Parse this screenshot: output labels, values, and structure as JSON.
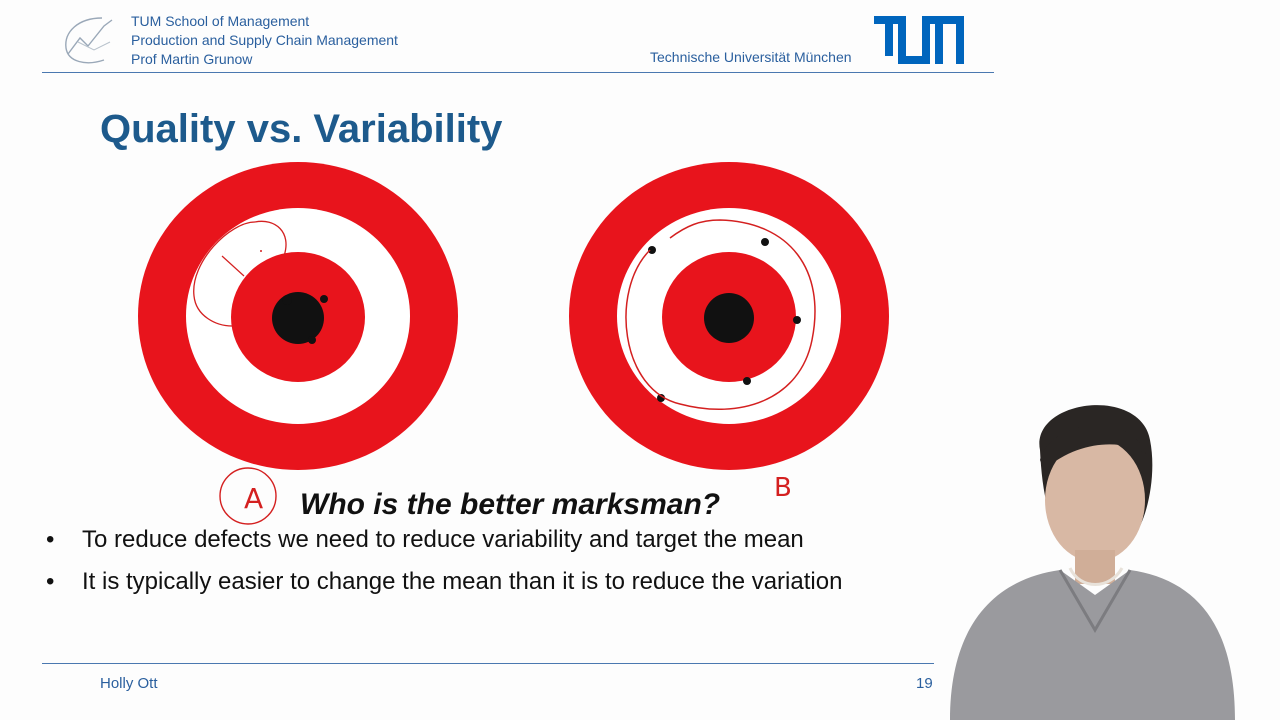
{
  "header": {
    "school_line1": "TUM School of Management",
    "school_line2": "Production and Supply Chain Management",
    "school_line3": "Prof Martin Grunow",
    "university": "Technische Universität München"
  },
  "slide": {
    "title": "Quality vs. Variability",
    "question": "Who is the better marksman?",
    "annotation_a": "A",
    "annotation_b": "B",
    "bullets": [
      "To reduce defects we need to reduce variability and target the mean",
      "It is typically easier to change the mean than it is to reduce the variation"
    ],
    "bullet_symbol": "•"
  },
  "footer": {
    "presenter": "Holly Ott",
    "page_number": "19"
  },
  "colors": {
    "target_red": "#e8141c",
    "tum_blue": "#0065bd",
    "title_blue": "#1d5a8c",
    "ink_red": "#d42020"
  }
}
